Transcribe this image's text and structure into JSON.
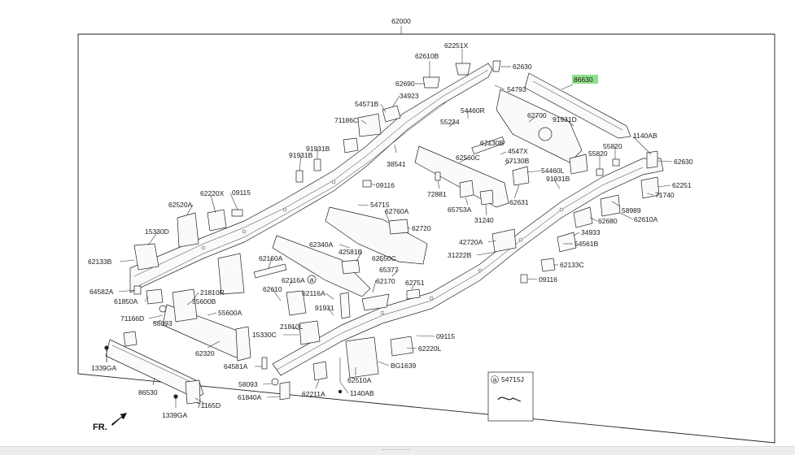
{
  "diagram": {
    "title": "62000",
    "highlight_color": "#8ee08a",
    "direction_label": "FR.",
    "inset": {
      "marker": "a",
      "part": "54715J"
    },
    "callouts": [
      {
        "id": "62000"
      },
      {
        "id": "62251X"
      },
      {
        "id": "62610B"
      },
      {
        "id": "62630"
      },
      {
        "id": "86630",
        "highlighted": true
      },
      {
        "id": "62690"
      },
      {
        "id": "54793"
      },
      {
        "id": "34923"
      },
      {
        "id": "54571B"
      },
      {
        "id": "54460R"
      },
      {
        "id": "62700"
      },
      {
        "id": "71186C"
      },
      {
        "id": "55234"
      },
      {
        "id": "91931D"
      },
      {
        "id": "67130B"
      },
      {
        "id": "4547X"
      },
      {
        "id": "1140AB"
      },
      {
        "id": "91931B"
      },
      {
        "id": "91931B_2",
        "text": "91931B"
      },
      {
        "id": "62560C"
      },
      {
        "id": "67130B_2",
        "text": "67130B"
      },
      {
        "id": "55820"
      },
      {
        "id": "55820_2",
        "text": "55820"
      },
      {
        "id": "62630_2",
        "text": "62630"
      },
      {
        "id": "38541"
      },
      {
        "id": "54460L"
      },
      {
        "id": "91931B_3",
        "text": "91931B"
      },
      {
        "id": "09116"
      },
      {
        "id": "62251"
      },
      {
        "id": "62220X"
      },
      {
        "id": "09115"
      },
      {
        "id": "72881"
      },
      {
        "id": "71740"
      },
      {
        "id": "62520A"
      },
      {
        "id": "54715"
      },
      {
        "id": "62631"
      },
      {
        "id": "62760A"
      },
      {
        "id": "65753A"
      },
      {
        "id": "31240"
      },
      {
        "id": "58989"
      },
      {
        "id": "62610A"
      },
      {
        "id": "62680"
      },
      {
        "id": "15330D"
      },
      {
        "id": "62720"
      },
      {
        "id": "34933"
      },
      {
        "id": "42720A"
      },
      {
        "id": "54561B"
      },
      {
        "id": "62340A"
      },
      {
        "id": "42581B"
      },
      {
        "id": "31222B"
      },
      {
        "id": "62133B"
      },
      {
        "id": "62160A"
      },
      {
        "id": "62550C"
      },
      {
        "id": "62133C"
      },
      {
        "id": "65377"
      },
      {
        "id": "09116_2",
        "text": "09116"
      },
      {
        "id": "62116A"
      },
      {
        "id": "62170"
      },
      {
        "id": "62751"
      },
      {
        "id": "64582A"
      },
      {
        "id": "21810R"
      },
      {
        "id": "62610"
      },
      {
        "id": "61850A"
      },
      {
        "id": "55600B"
      },
      {
        "id": "62116A_2",
        "text": "62116A"
      },
      {
        "id": "91931"
      },
      {
        "id": "71166D"
      },
      {
        "id": "55600A"
      },
      {
        "id": "58093"
      },
      {
        "id": "21810L"
      },
      {
        "id": "15330C"
      },
      {
        "id": "09115_2",
        "text": "09115"
      },
      {
        "id": "62320"
      },
      {
        "id": "62220L"
      },
      {
        "id": "1339GA"
      },
      {
        "id": "64581A"
      },
      {
        "id": "BG1639"
      },
      {
        "id": "58093_2",
        "text": "58093"
      },
      {
        "id": "62510A"
      },
      {
        "id": "86530"
      },
      {
        "id": "62211A"
      },
      {
        "id": "61840A"
      },
      {
        "id": "1140AB_2",
        "text": "1140AB"
      },
      {
        "id": "71165D"
      },
      {
        "id": "1339GA_2",
        "text": "1339GA"
      }
    ]
  }
}
